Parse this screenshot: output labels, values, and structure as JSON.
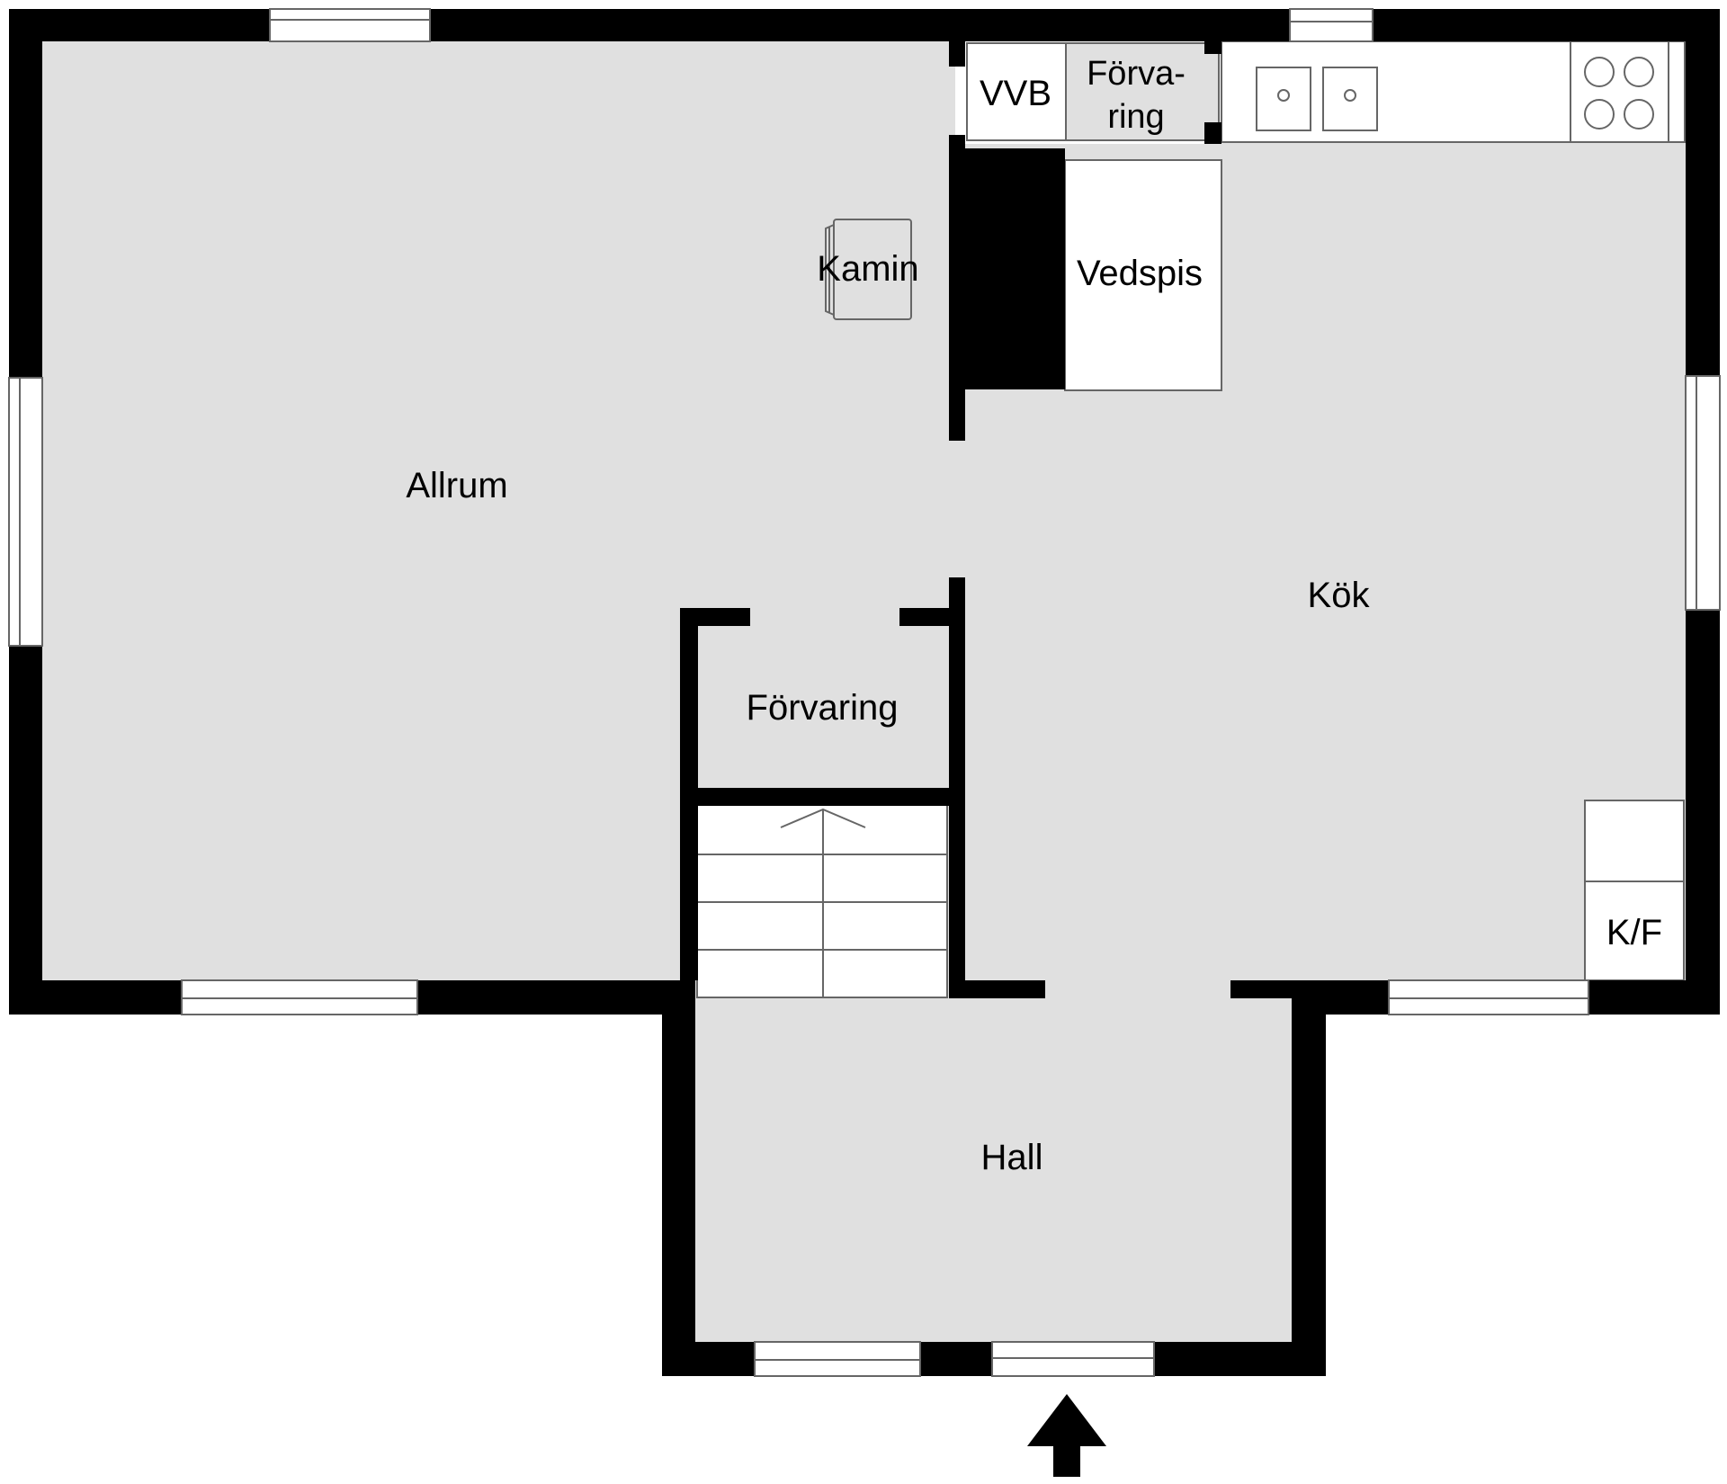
{
  "rooms": {
    "allrum": "Allrum",
    "kok": "Kök",
    "hall": "Hall",
    "forvaring": "Förvaring",
    "forvaring_small_line1": "Förva-",
    "forvaring_small_line2": "ring",
    "vvb": "VVB",
    "vedspis": "Vedspis",
    "kamin": "Kamin",
    "kf": "K/F"
  },
  "colors": {
    "wall": "#000000",
    "floor": "#e0e0e0",
    "fixture": "#ffffff",
    "line": "#666666"
  },
  "icons": {
    "entrance": "entrance-arrow-icon",
    "stair_direction": "stair-arrow-icon",
    "stove": "stove-burners-icon",
    "sink": "double-sink-icon"
  }
}
